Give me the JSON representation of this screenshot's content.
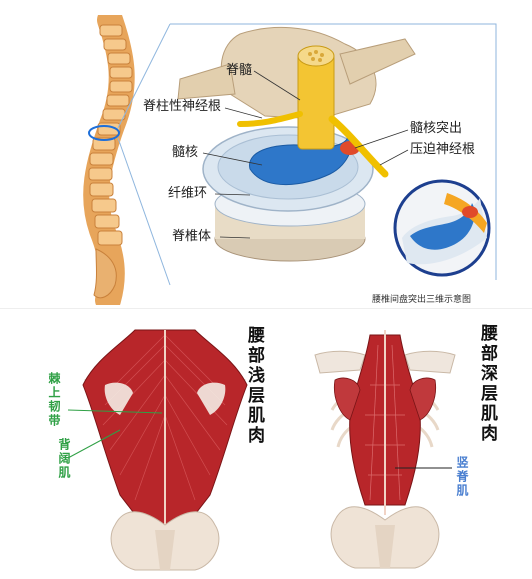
{
  "top_panel": {
    "labels": {
      "spinal_cord": "脊髓",
      "nerve_root": "脊柱性神经根",
      "disc_herniation": "髓核突出",
      "compressed_nerve": "压迫神经根",
      "nucleus": "髓核",
      "annulus": "纤维环",
      "vertebral_body": "脊椎体"
    },
    "caption": "腰椎间盘突出三维示意图"
  },
  "bottom_panel": {
    "superficial": {
      "title": "腰部浅层肌肉",
      "label_ligament": "棘上韧带",
      "label_lat": "背阔肌"
    },
    "deep": {
      "title": "腰部深层肌肉",
      "label_erector": "竖脊肌"
    }
  },
  "colors": {
    "bone": "#e6c9a0",
    "muscle": "#b8262a",
    "nucleus": "#2e77c9",
    "nerve": "#f0c000",
    "label_green": "#2fa045",
    "label_blue": "#4a7fd0"
  }
}
